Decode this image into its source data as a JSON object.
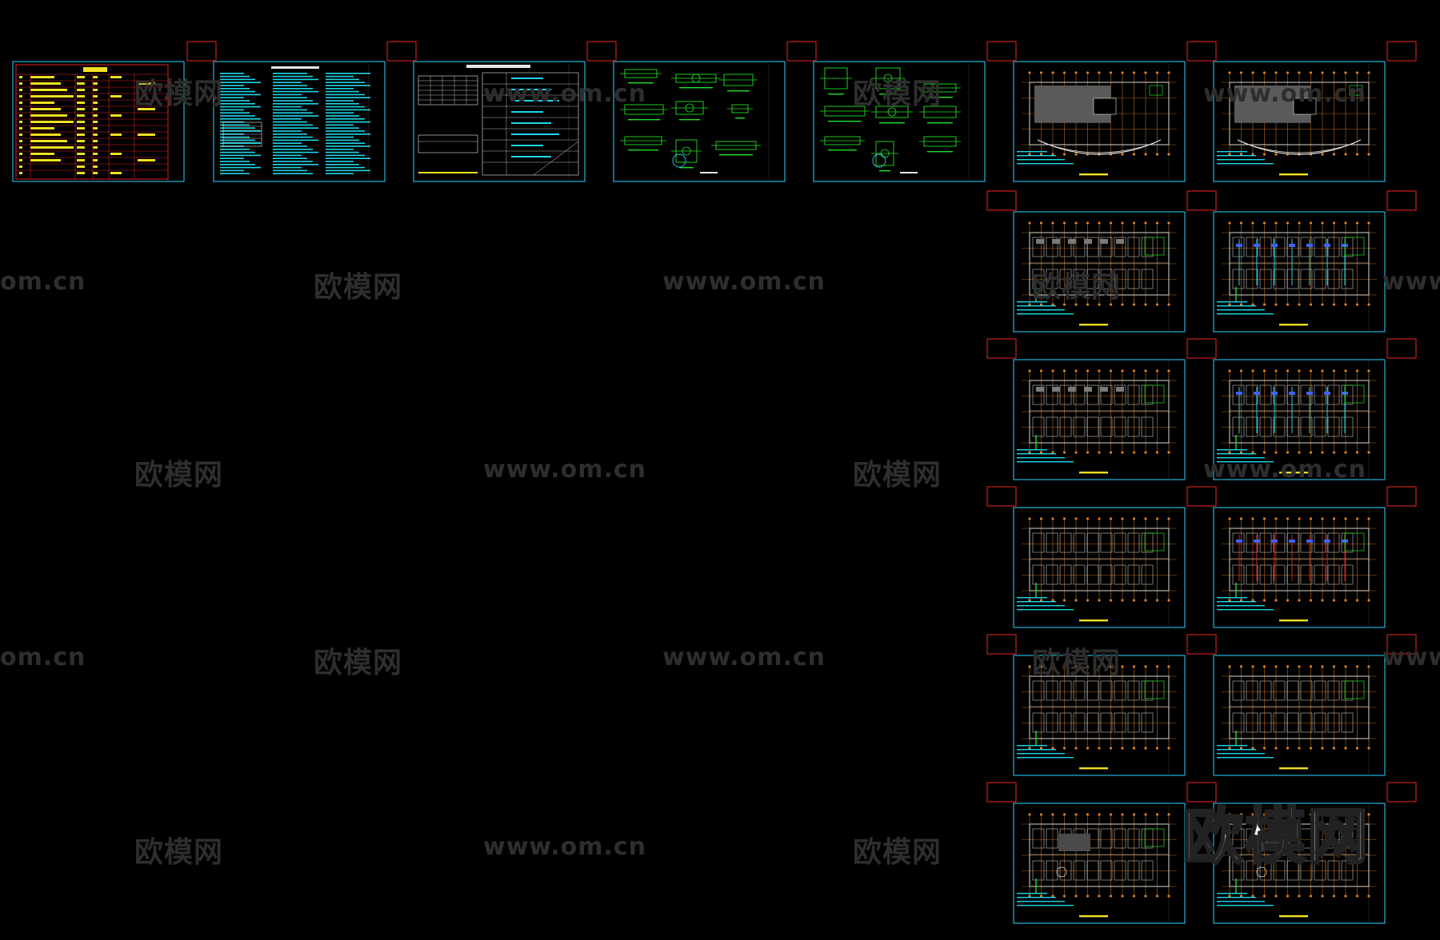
{
  "viewport": {
    "background": "#000000"
  },
  "colors": {
    "frame": "#1ea7c8",
    "tag": "#c81e1e",
    "cad_green": "#22e022",
    "cad_yellow": "#f0e020",
    "cad_red": "#e02020",
    "cad_cyan": "#20d8e8",
    "cad_orange": "#e08020",
    "cad_white": "#e8e8e8",
    "cad_blue": "#4060ff",
    "watermark": "#2e2e2e"
  },
  "watermarks": {
    "cn": "欧模网",
    "url": "www.om.cn",
    "url_partial": "om.cn",
    "url_partial_left": "www."
  },
  "brand_logo": "欧模网",
  "sheets": [
    {
      "type": "index-table",
      "icon": "drawing-index-sheet"
    },
    {
      "type": "notes-text",
      "icon": "design-notes-sheet"
    },
    {
      "type": "equipment-table",
      "icon": "equipment-schedule-sheet"
    },
    {
      "type": "details",
      "icon": "detail-drawings-sheet"
    },
    {
      "type": "details",
      "icon": "detail-drawings-sheet"
    },
    {
      "type": "plan-roof",
      "icon": "floor-plan-sheet"
    },
    {
      "type": "plan-roof",
      "icon": "floor-plan-sheet"
    },
    {
      "type": "plan-rooms",
      "icon": "floor-plan-sheet"
    },
    {
      "type": "plan-pipes",
      "icon": "floor-plan-sheet"
    },
    {
      "type": "plan-rooms",
      "icon": "floor-plan-sheet"
    },
    {
      "type": "plan-pipes",
      "icon": "floor-plan-sheet"
    },
    {
      "type": "plan-grid",
      "icon": "floor-plan-sheet"
    },
    {
      "type": "plan-redpipes",
      "icon": "floor-plan-sheet"
    },
    {
      "type": "plan-grid",
      "icon": "floor-plan-sheet"
    },
    {
      "type": "plan-grid",
      "icon": "floor-plan-sheet"
    },
    {
      "type": "plan-ground",
      "icon": "floor-plan-sheet"
    },
    {
      "type": "plan-ground",
      "icon": "floor-plan-sheet"
    }
  ]
}
